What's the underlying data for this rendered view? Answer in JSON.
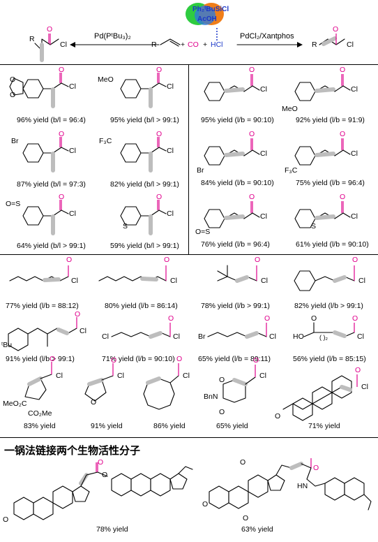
{
  "top": {
    "catalyst_label": "Ph₂ᵗBuSiCl",
    "acid_label": "AcOH",
    "left_reagent": "Pd(PᵗBu₃)₂",
    "right_reagent": "PdCl₂/Xantphos",
    "r": "R",
    "co": "CO",
    "hcl": "HCl",
    "plus": "+",
    "o": "O",
    "cl": "Cl"
  },
  "colors": {
    "magenta": "#e0008c",
    "green": "#2ecc40",
    "orange": "#f07e19",
    "blue": "#1a37c8",
    "highlight": "#bdbdbd"
  },
  "branched": [
    {
      "sub": "",
      "yield": "96% yield (b/l = 96:4)"
    },
    {
      "sub": "MeO",
      "yield": "95% yield (b/l > 99:1)"
    },
    {
      "sub": "Br",
      "yield": "87% yield (b/l = 97:3)"
    },
    {
      "sub": "F₃C",
      "yield": "82% yield (b/l > 99:1)"
    },
    {
      "sub": "",
      "yield": "64% yield (b/l > 99:1)"
    },
    {
      "sub": "S",
      "yield": "59% yield (b/l > 99:1)"
    }
  ],
  "linear_aryl": [
    {
      "sub": "",
      "yield": "95% yield (l/b = 90:10)"
    },
    {
      "sub": "MeO",
      "yield": "92% yield (l/b = 91:9)"
    },
    {
      "sub": "Br",
      "yield": "84% yield (l/b = 90:10)"
    },
    {
      "sub": "F₃C",
      "yield": "75% yield (l/b = 96:4)"
    },
    {
      "sub": "",
      "yield": "76% yield (l/b = 96:4)"
    },
    {
      "sub": "S",
      "yield": "61% yield (l/b = 90:10)"
    }
  ],
  "alkyl_row1": [
    "77% yield (l/b = 88:12)",
    "80% yield (l/b = 86:14)",
    "78% yield (l/b > 99:1)",
    "82% yield (l/b > 99:1)"
  ],
  "alkyl_row2": [
    {
      "sub": "ᵗBu",
      "yield": "91% yield (l/b > 99:1)"
    },
    {
      "sub": "Cl",
      "yield": "71% yield (l/b = 90:10)"
    },
    {
      "sub": "Br",
      "yield": "65% yield (l/b = 89:11)"
    },
    {
      "sub": "HO",
      "yield": "56% yield (l/b = 85:15)"
    }
  ],
  "cyclic_row": [
    {
      "label": "MeO₂C",
      "label2": "CO₂Me",
      "yield": "83% yield"
    },
    {
      "label": "O",
      "yield": "91% yield"
    },
    {
      "label": "",
      "yield": "86% yield"
    },
    {
      "label": "BnN",
      "yield": "65% yield"
    },
    {
      "label": "O",
      "yield": "71% yield"
    }
  ],
  "section_title": "一锅法链接两个生物活性分子",
  "bio": [
    {
      "yield": "78% yield",
      "meo": "O",
      "o": "O"
    },
    {
      "yield": "63% yield",
      "nh": "HN",
      "o": "O"
    }
  ],
  "atoms": {
    "so2": "O=S",
    "h": "H",
    "ch2": "( )₂",
    "seg_o": "O",
    "seg_n": "N",
    "s_ring": "S"
  }
}
